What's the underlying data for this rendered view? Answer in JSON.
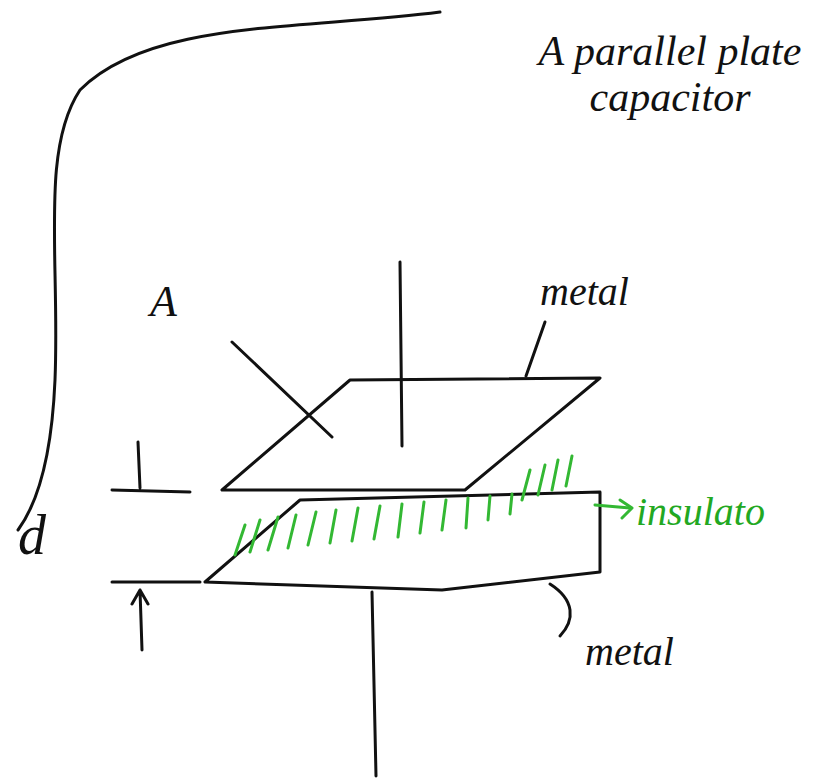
{
  "diagram": {
    "title": "A parallel plate capacitor",
    "labels": [
      "A",
      "metal",
      "insulato",
      "d",
      "metal"
    ]
  }
}
